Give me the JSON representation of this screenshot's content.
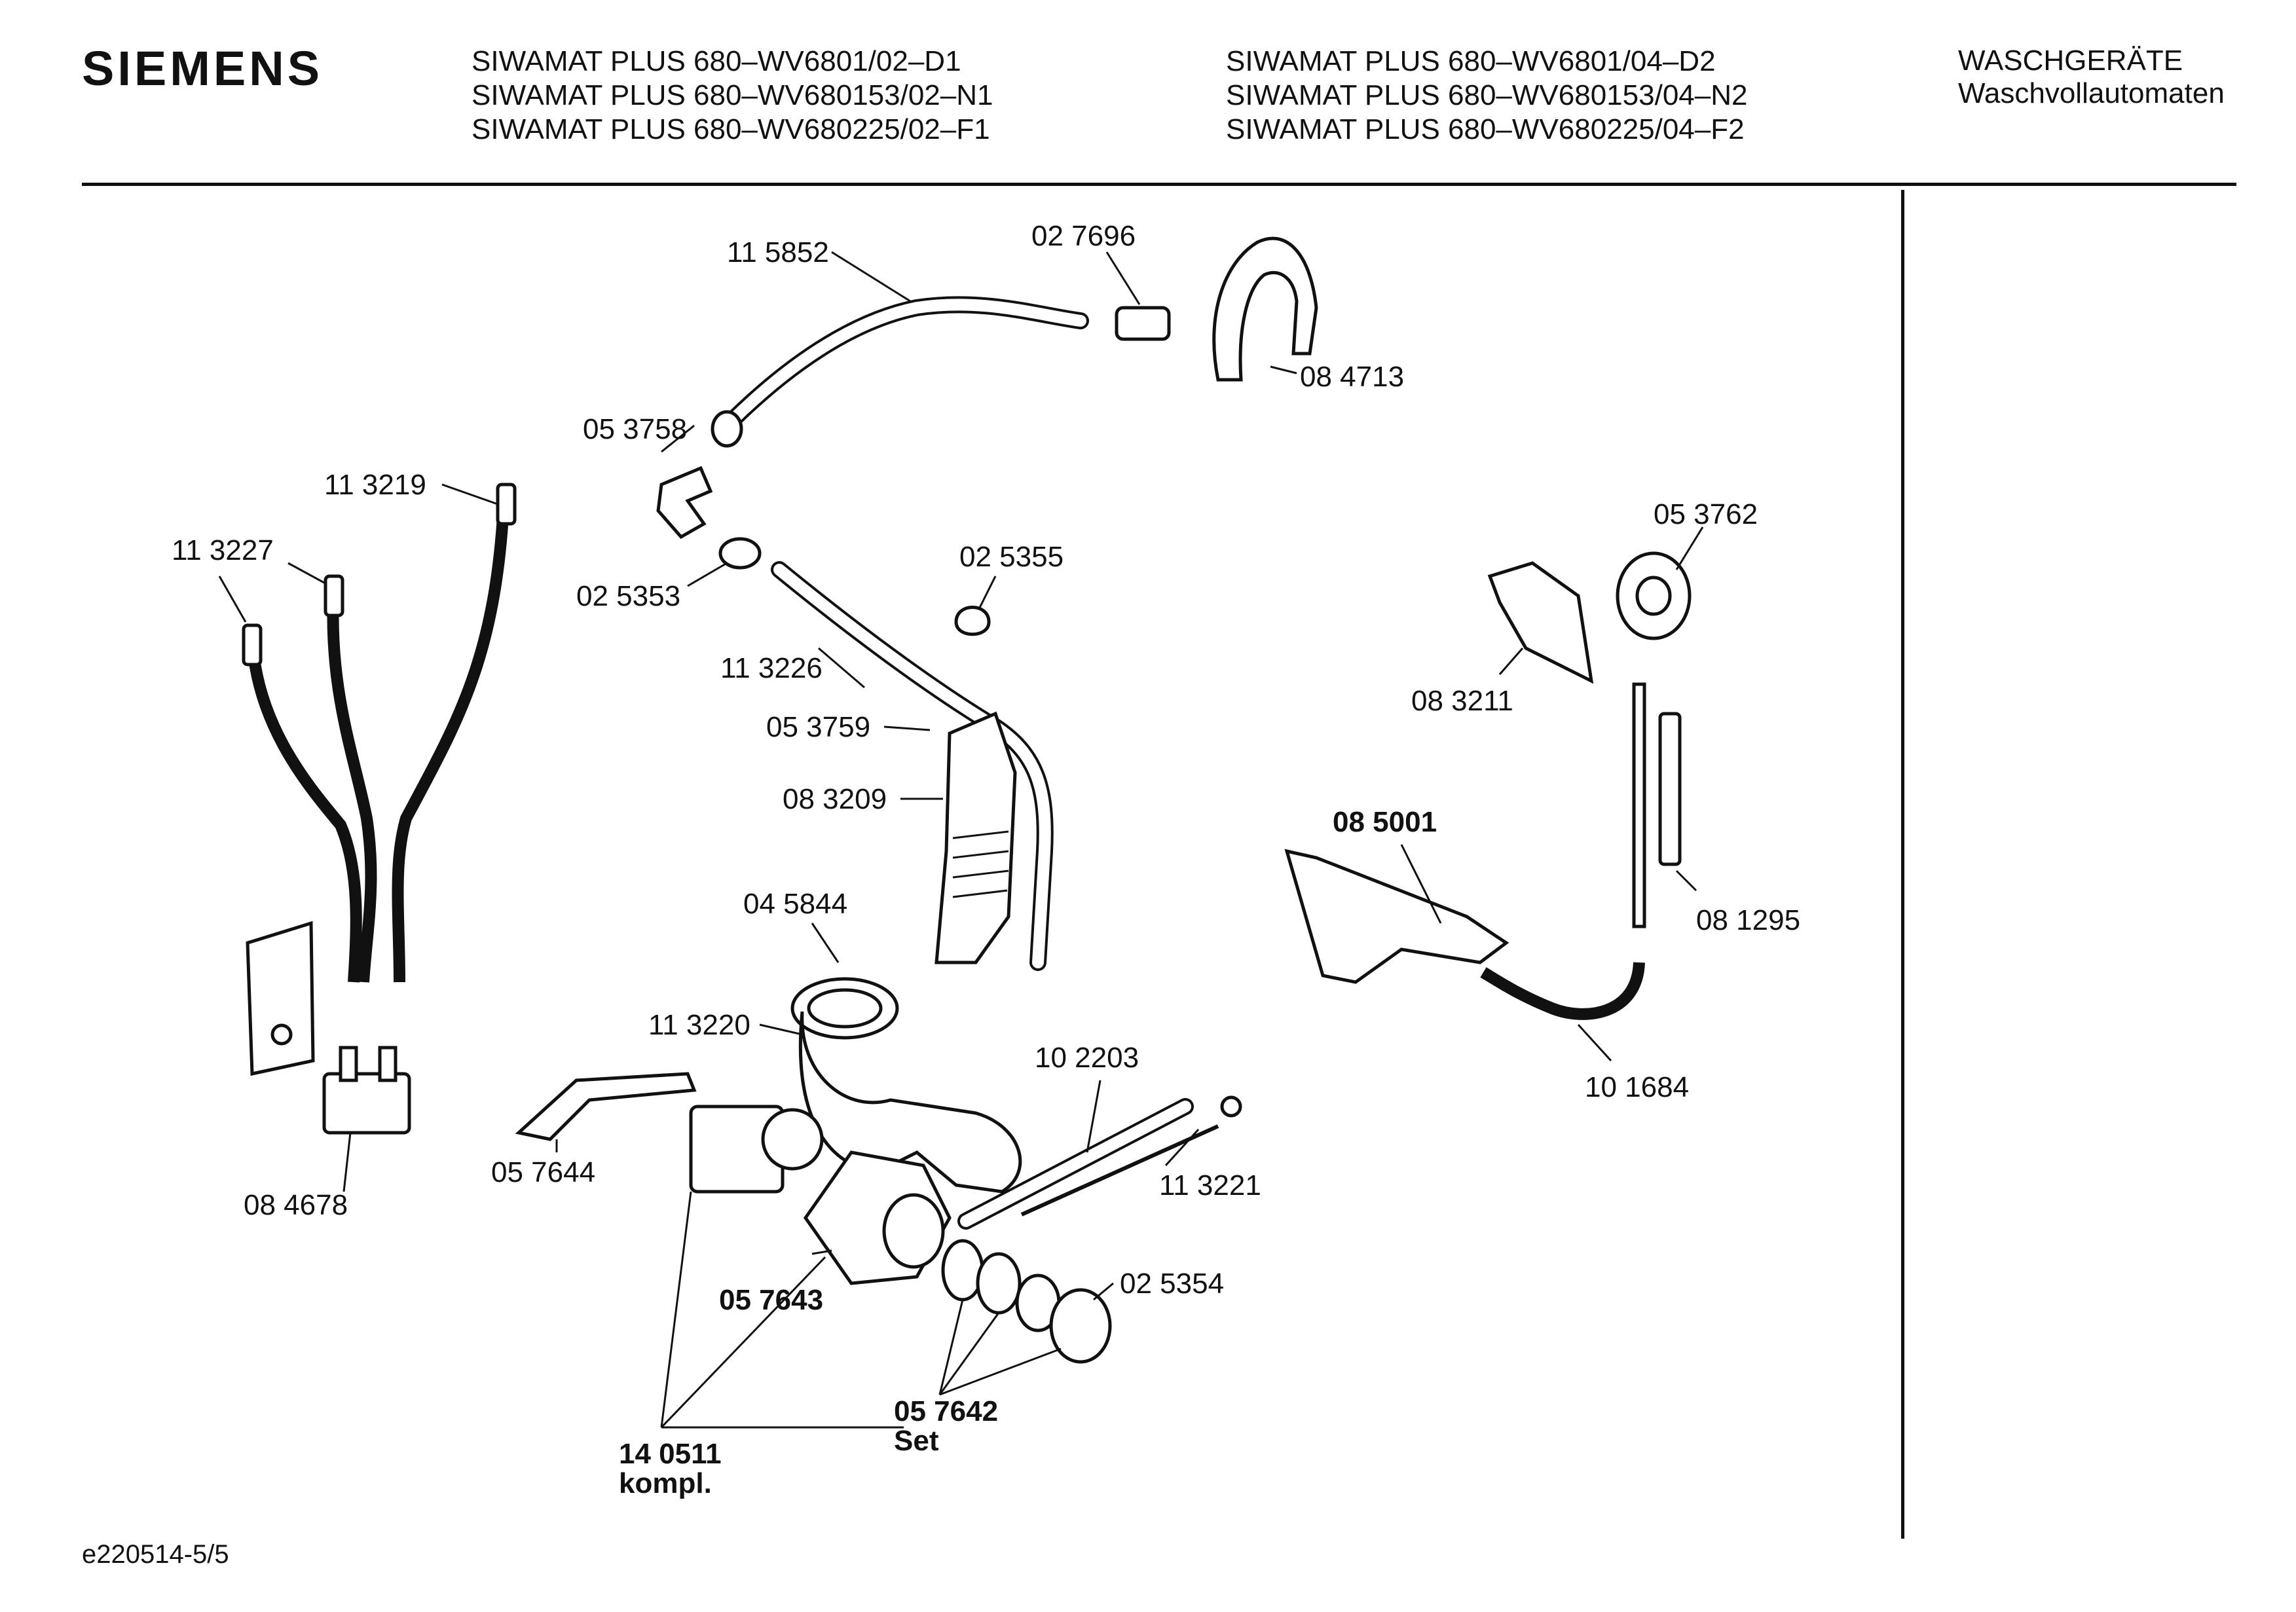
{
  "header": {
    "brand": "SIEMENS",
    "models_left": [
      "SIWAMAT PLUS 680–WV6801/02–D1",
      "SIWAMAT PLUS 680–WV680153/02–N1",
      "SIWAMAT PLUS 680–WV680225/02–F1"
    ],
    "models_right": [
      "SIWAMAT PLUS 680–WV6801/04–D2",
      "SIWAMAT PLUS 680–WV680153/04–N2",
      "SIWAMAT PLUS 680–WV680225/04–F2"
    ],
    "category": "WASCHGERÄTE",
    "subcategory": "Waschvollautomaten"
  },
  "parts": [
    {
      "id": "115852",
      "label": "11 5852"
    },
    {
      "id": "027696",
      "label": "02 7696"
    },
    {
      "id": "084713",
      "label": "08 4713"
    },
    {
      "id": "053758",
      "label": "05 3758"
    },
    {
      "id": "113219",
      "label": "11 3219"
    },
    {
      "id": "113227",
      "label": "11 3227"
    },
    {
      "id": "025355",
      "label": "02 5355"
    },
    {
      "id": "025353",
      "label": "02 5353"
    },
    {
      "id": "113226",
      "label": "11 3226"
    },
    {
      "id": "053759",
      "label": "05 3759"
    },
    {
      "id": "083209",
      "label": "08 3209"
    },
    {
      "id": "045844",
      "label": "04 5844"
    },
    {
      "id": "113220",
      "label": "11 3220"
    },
    {
      "id": "102203",
      "label": "10 2203"
    },
    {
      "id": "113221",
      "label": "11 3221"
    },
    {
      "id": "057644",
      "label": "05 7644"
    },
    {
      "id": "084678",
      "label": "08 4678"
    },
    {
      "id": "057643",
      "label": "05 7643"
    },
    {
      "id": "025354",
      "label": "02 5354"
    },
    {
      "id": "057642",
      "label": "05 7642",
      "note": "Set"
    },
    {
      "id": "140511",
      "label": "14 0511",
      "note": "kompl."
    },
    {
      "id": "053762",
      "label": "05 3762"
    },
    {
      "id": "083211",
      "label": "08 3211"
    },
    {
      "id": "085001",
      "label": "08 5001"
    },
    {
      "id": "081295",
      "label": "08 1295"
    },
    {
      "id": "101684",
      "label": "10 1684"
    }
  ],
  "footer": {
    "doc_id": "e220514-5/5"
  }
}
